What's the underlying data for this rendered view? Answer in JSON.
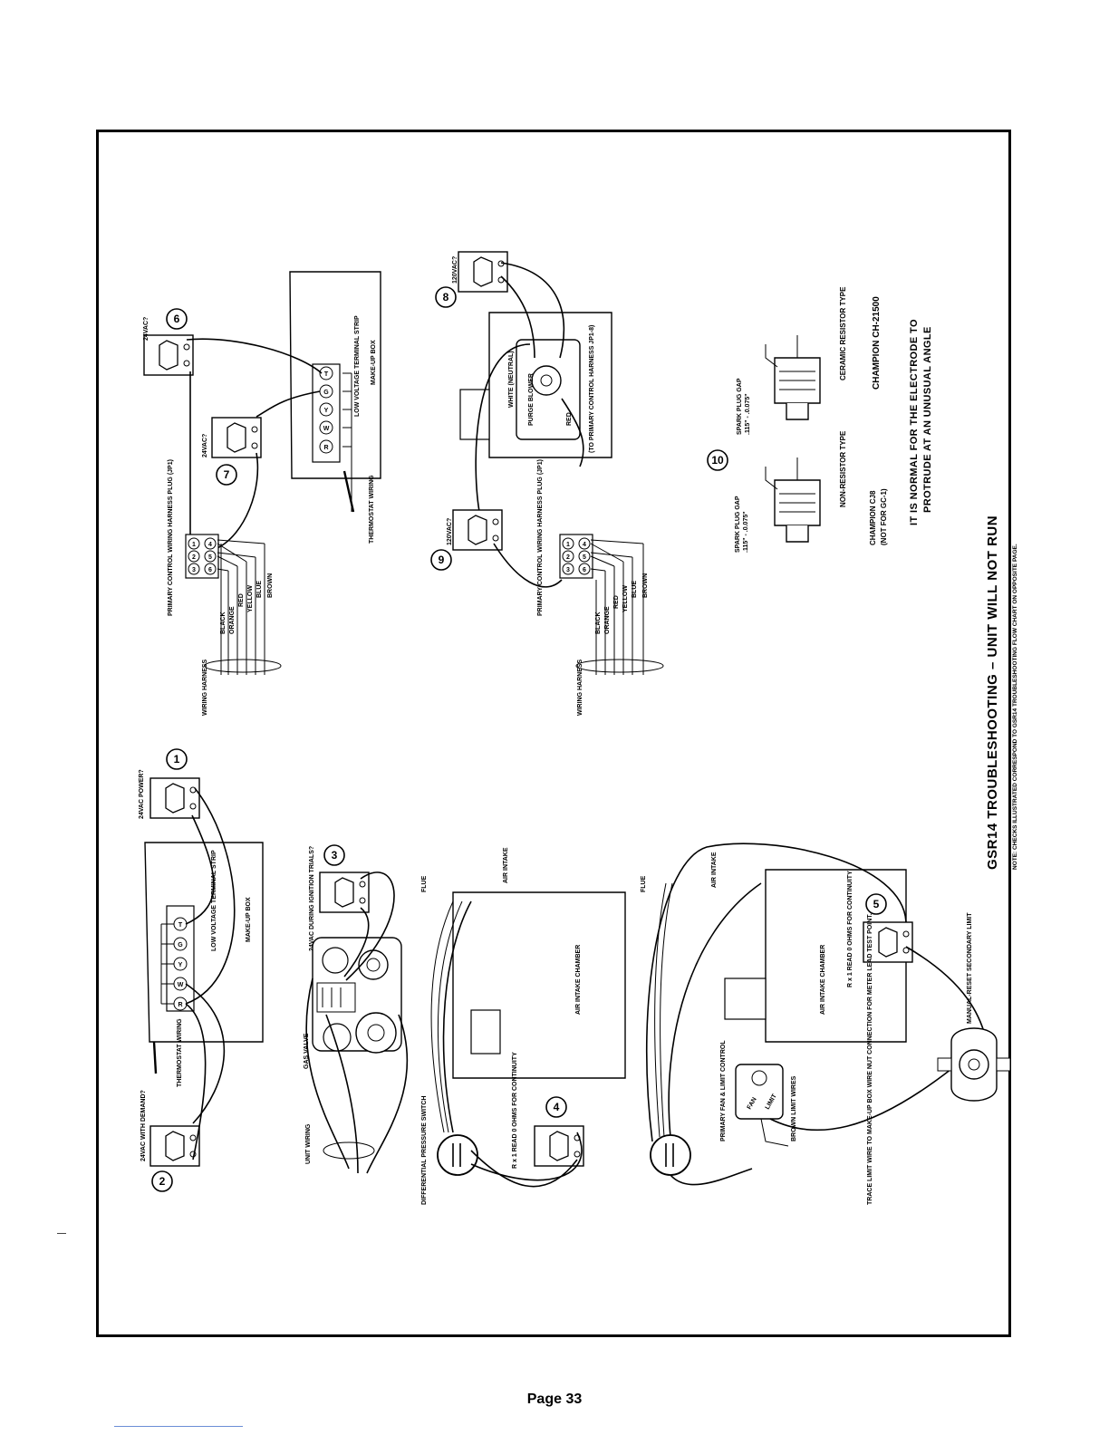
{
  "page": {
    "number_label": "Page 33"
  },
  "title": {
    "main": "GSR14 TROUBLESHOOTING  –  UNIT WILL NOT RUN",
    "note": "NOTE: CHECKS ILLUSTRATED CORRESPOND TO GSR14 TROUBLESHOOTING FLOW CHART ON OPPOSITE PAGE."
  },
  "checks": {
    "c1": {
      "number": "1",
      "label": "24VAC POWER?"
    },
    "c2": {
      "number": "2",
      "label": "24VAC WITH DEMAND?"
    },
    "c3": {
      "number": "3",
      "label": "24VAC DURING IGNITION TRIALS?"
    },
    "c4": {
      "number": "4",
      "label": "R x 1 READ 0 OHMS FOR CONTINUITY"
    },
    "c5": {
      "number": "5",
      "label": "R x 1 READ 0 OHMS FOR CONTINUITY"
    },
    "c6": {
      "number": "6",
      "label": "24VAC?"
    },
    "c7": {
      "number": "7",
      "label": "24VAC?"
    },
    "c8": {
      "number": "8",
      "label": "120VAC?"
    },
    "c9": {
      "number": "9",
      "label": "120VAC?"
    },
    "c10": {
      "number": "10"
    }
  },
  "labels": {
    "low_voltage_strip": "LOW VOLTAGE TERMINAL STRIP",
    "make_up_box": "MAKE-UP BOX",
    "thermostat_wiring": "THERMOSTAT WIRING",
    "gas_valve": "GAS VALVE",
    "unit_wiring": "UNIT WIRING",
    "differential_switch": "DIFFERENTIAL PRESSURE SWITCH",
    "flue": "FLUE",
    "air_intake": "AIR INTAKE",
    "air_intake_chamber": "AIR INTAKE CHAMBER",
    "primary_control_plug": "PRIMARY CONTROL WIRING HARNESS PLUG (JP1)",
    "wiring_harness": "WIRING HARNESS",
    "purge_blower": "PURGE BLOWER",
    "white_neutral": "WHITE (NEUTRAL)",
    "red": "RED",
    "to_primary_harness": "(TO PRIMARY CONTROL HARNESS JP1-8)",
    "primary_fan_limit": "PRIMARY FAN & LIMIT CONTROL",
    "fan": "FAN",
    "limit": "LIMIT",
    "brown_limit_wires": "BROWN LIMIT WIRES",
    "trace_limit": "TRACE LIMIT WIRE TO MAKE-UP BOX WIRE NUT CONNECTION FOR METER LEAD TEST POINT.",
    "manual_reset": "MANUAL-RESET SECONDARY LIMIT"
  },
  "terminals": [
    "R",
    "W",
    "Y",
    "G",
    "T"
  ],
  "plug_pins_top": [
    "1",
    "2",
    "3"
  ],
  "plug_pins_bottom": [
    "4",
    "5",
    "6"
  ],
  "wire_colors": [
    "BLACK",
    "ORANGE",
    "RED",
    "YELLOW",
    "BLUE",
    "BROWN"
  ],
  "spark_plugs": {
    "gap_label": "SPARK PLUG GAP",
    "gap_value": ".115\" - .0.075\"",
    "non_resistor": {
      "name": "NON-RESISTOR TYPE",
      "model": "CHAMPION CJ8",
      "note": "(NOT FOR GC-1)"
    },
    "ceramic": {
      "name": "CERAMIC RESISTOR TYPE",
      "model": "CHAMPION CH-21500"
    },
    "caption_line1": "IT IS NORMAL FOR THE ELECTRODE TO",
    "caption_line2": "PROTRUDE AT AN UNUSUAL ANGLE"
  }
}
